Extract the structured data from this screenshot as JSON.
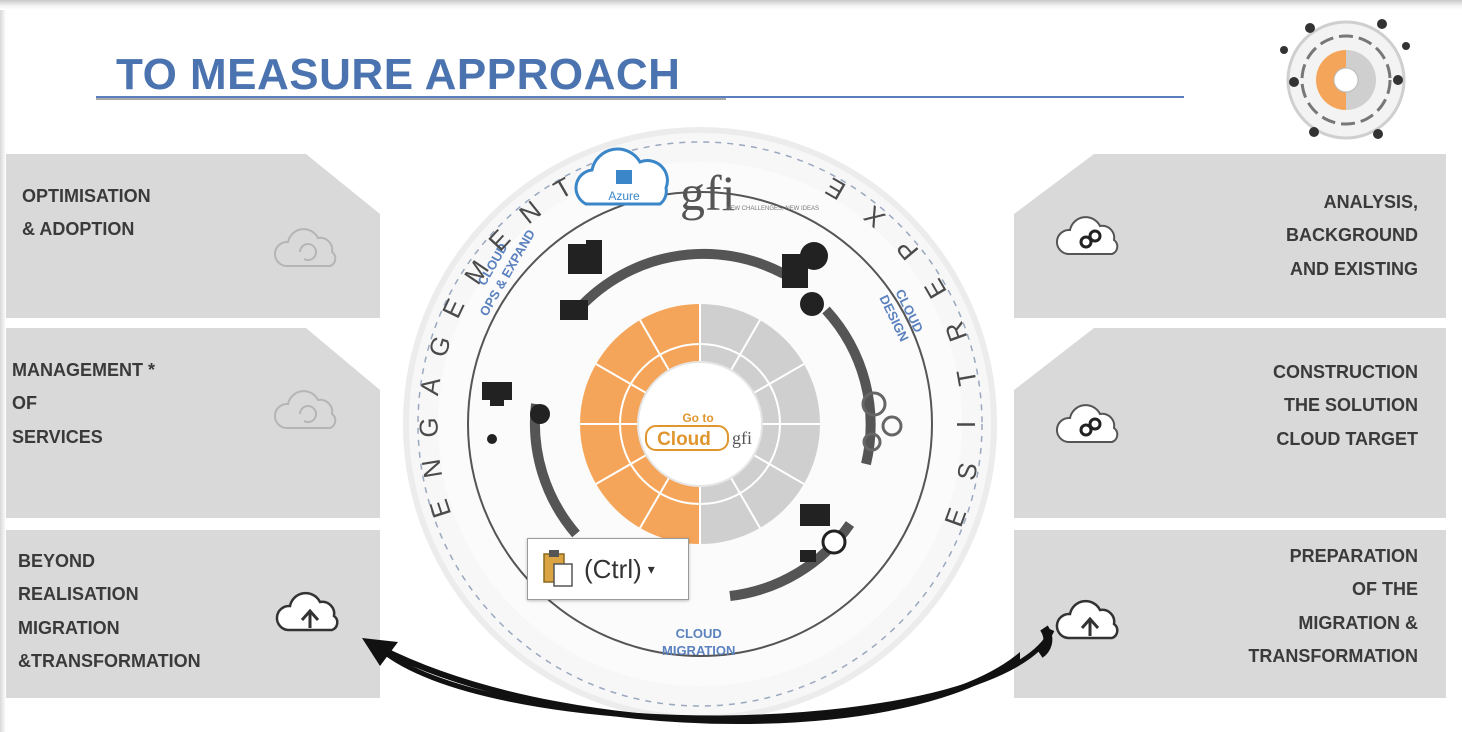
{
  "title": "TO MEASURE APPROACH",
  "left_panels": [
    {
      "label": "OPTIMISATION\n& ADOPTION",
      "icon": "cloud-refresh-icon"
    },
    {
      "label": "MANAGEMENT *\nOF\nSERVICES",
      "icon": "cloud-refresh-icon"
    },
    {
      "label": "BEYOND\nREALISATION\nMIGRATION\n&TRANSFORMATION",
      "icon": "cloud-upload-icon"
    }
  ],
  "right_panels": [
    {
      "label": "ANALYSIS,\nBACKGROUND\nAND EXISTING",
      "icon": "cloud-link-icon"
    },
    {
      "label": "CONSTRUCTION\nTHE SOLUTION\nCLOUD TARGET",
      "icon": "cloud-link-icon"
    },
    {
      "label": "PREPARATION\nOF THE\nMIGRATION &\nTRANSFORMATION",
      "icon": "cloud-upload-icon"
    }
  ],
  "phases": {
    "ops": "CLOUD\nOPS & EXPAND",
    "design": "CLOUD\nDESIGN",
    "migration": "CLOUD\nMIGRATION"
  },
  "ring_words": {
    "left": "ENGAGEMENT",
    "right": "EXPERTISE"
  },
  "center": {
    "line1": "Go to",
    "line2": "Cloud",
    "brand": "gfi"
  },
  "logos": {
    "azure": "Azure",
    "gfi": "gfi",
    "gfi_tagline": "NEW CHALLENGES, NEW IDEAS"
  },
  "paste_button": {
    "label": "(Ctrl)",
    "arrow": "▾"
  },
  "colors": {
    "title": "#4a73b0",
    "panel": "#d9d9d9",
    "orange": "#f5a55a",
    "grey_segment": "#cfcfcf",
    "phase_text": "#5b82bf"
  }
}
